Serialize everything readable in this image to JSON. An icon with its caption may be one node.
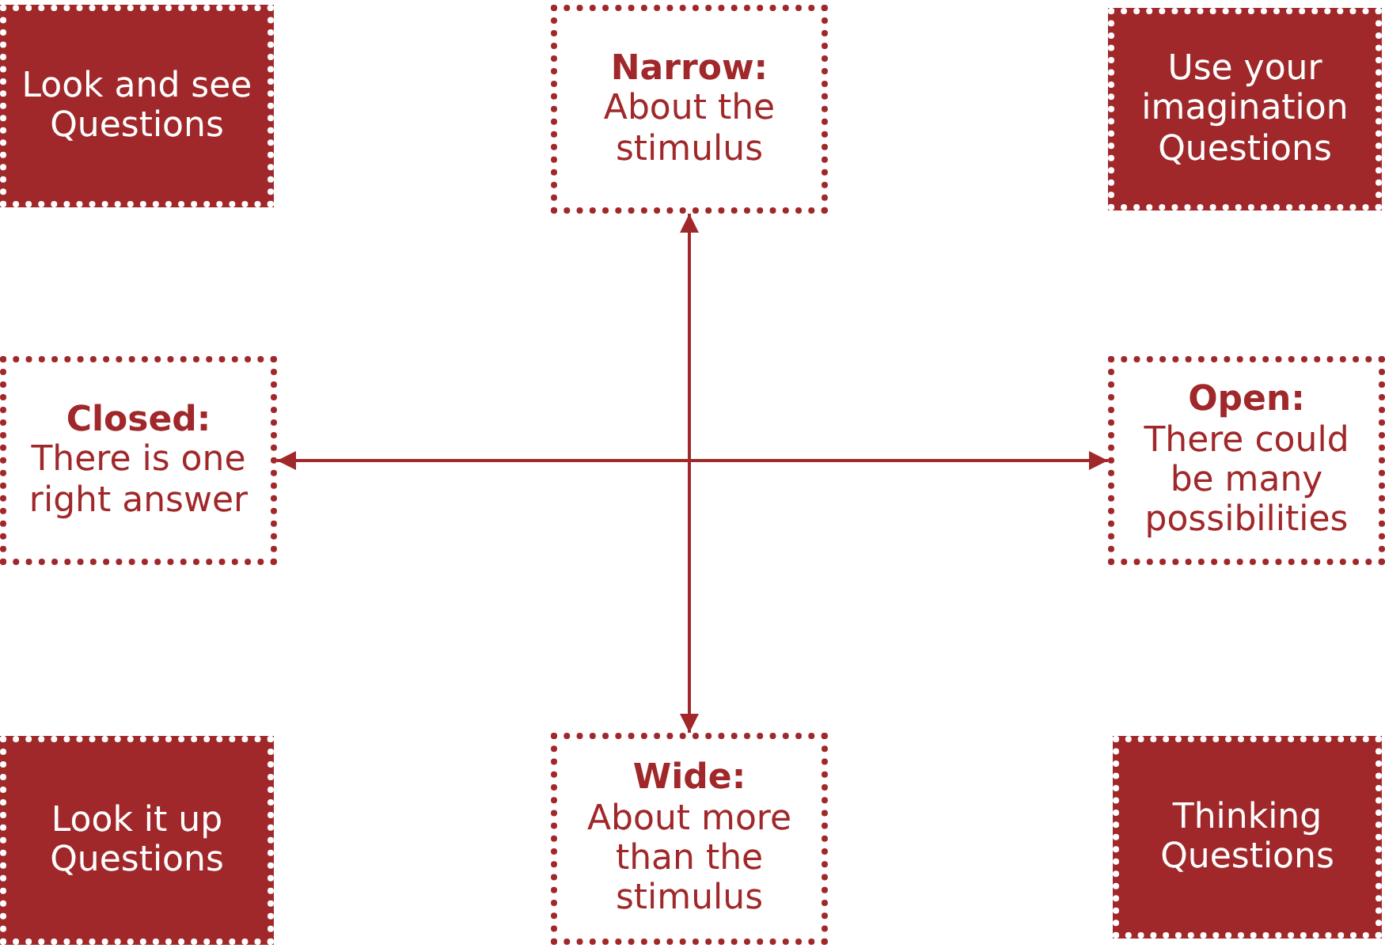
{
  "diagram": {
    "nodes": [
      {
        "text": [
          "Look and see Questions"
        ]
      },
      {
        "text": [
          "Narrow:",
          "About the stimulus"
        ]
      },
      {
        "text": [
          "Use your imagination Questions"
        ]
      },
      {
        "text": [
          "Closed:",
          "There is one right answer"
        ]
      },
      {
        "text": [
          "Open:",
          "There could be many possibilities"
        ]
      },
      {
        "text": [
          "Look it up Questions"
        ]
      },
      {
        "text": [
          "Wide:",
          "About more than the stimulus"
        ]
      },
      {
        "text": [
          "Thinking Questions"
        ]
      }
    ],
    "edges": [
      {
        "from": 1,
        "to": 6,
        "arrow": "both"
      },
      {
        "from": 3,
        "to": 4,
        "arrow": "both"
      }
    ]
  }
}
